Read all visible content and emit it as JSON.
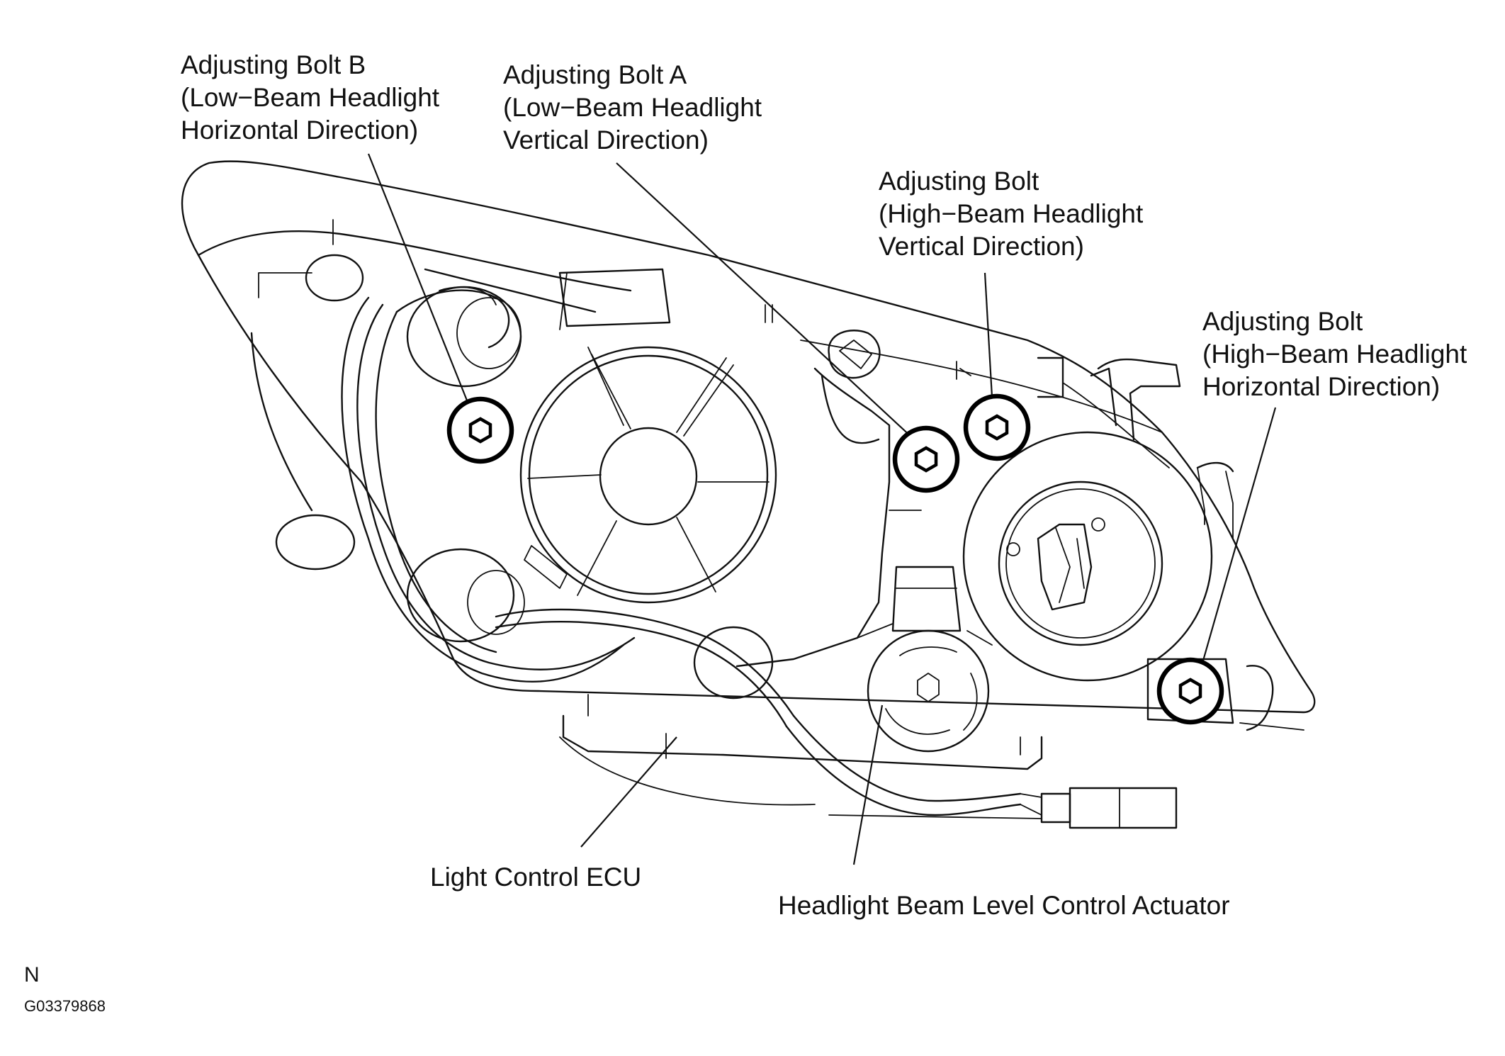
{
  "labels": {
    "bolt_b": [
      "Adjusting Bolt B",
      "(Low−Beam Headlight",
      "Horizontal Direction)"
    ],
    "bolt_a": [
      "Adjusting Bolt A",
      "(Low−Beam Headlight",
      "Vertical Direction)"
    ],
    "bolt_hb_vertical": [
      "Adjusting Bolt",
      "(High−Beam Headlight",
      "Vertical Direction)"
    ],
    "bolt_hb_horizontal": [
      "Adjusting Bolt",
      "(High−Beam Headlight",
      "Horizontal Direction)"
    ],
    "light_control_ecu": "Light Control ECU",
    "beam_level_actuator": "Headlight Beam Level Control Actuator"
  },
  "corner_letter": "N",
  "figure_code": "G03379868"
}
